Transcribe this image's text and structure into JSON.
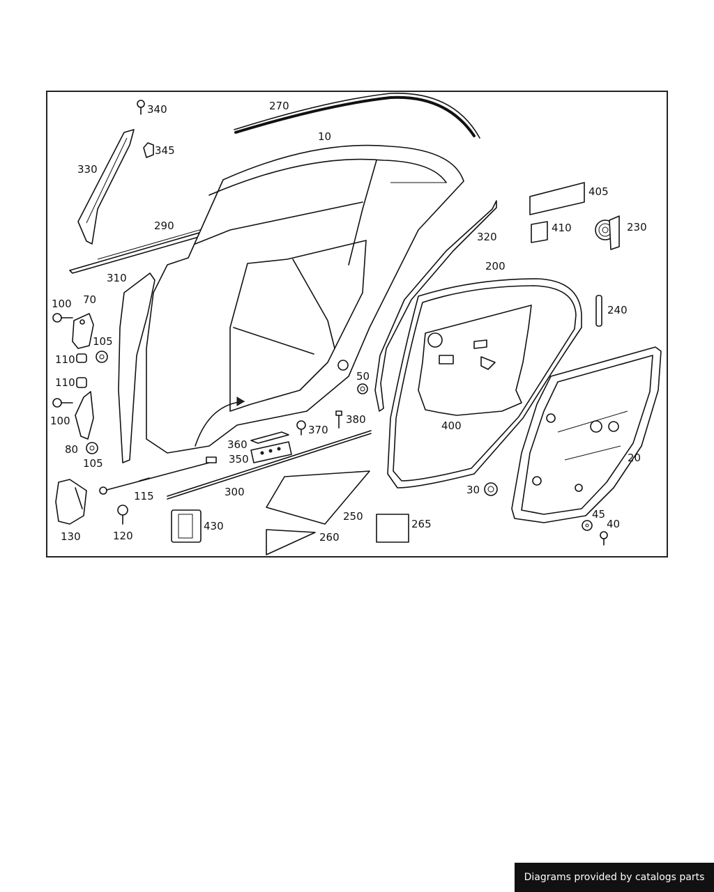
{
  "labels": {
    "l340": "340",
    "l270": "270",
    "l10": "10",
    "l345": "345",
    "l330": "330",
    "l290": "290",
    "l405": "405",
    "l230": "230",
    "l410": "410",
    "l320": "320",
    "l310": "310",
    "l200": "200",
    "l100a": "100",
    "l70": "70",
    "l240": "240",
    "l105a": "105",
    "l110a": "110",
    "l110b": "110",
    "l50": "50",
    "l100b": "100",
    "l400": "400",
    "l380": "380",
    "l370": "370",
    "l360": "360",
    "l80": "80",
    "l350": "350",
    "l105b": "105",
    "l20": "20",
    "l115": "115",
    "l300": "300",
    "l30": "30",
    "l250": "250",
    "l430": "430",
    "l265": "265",
    "l45": "45",
    "l40": "40",
    "l130": "130",
    "l120": "120",
    "l260": "260"
  },
  "footer": {
    "credit": "Diagrams provided by catalogs parts"
  },
  "colors": {
    "line": "#111111",
    "background": "#ffffff",
    "credit_bg": "#111111"
  }
}
